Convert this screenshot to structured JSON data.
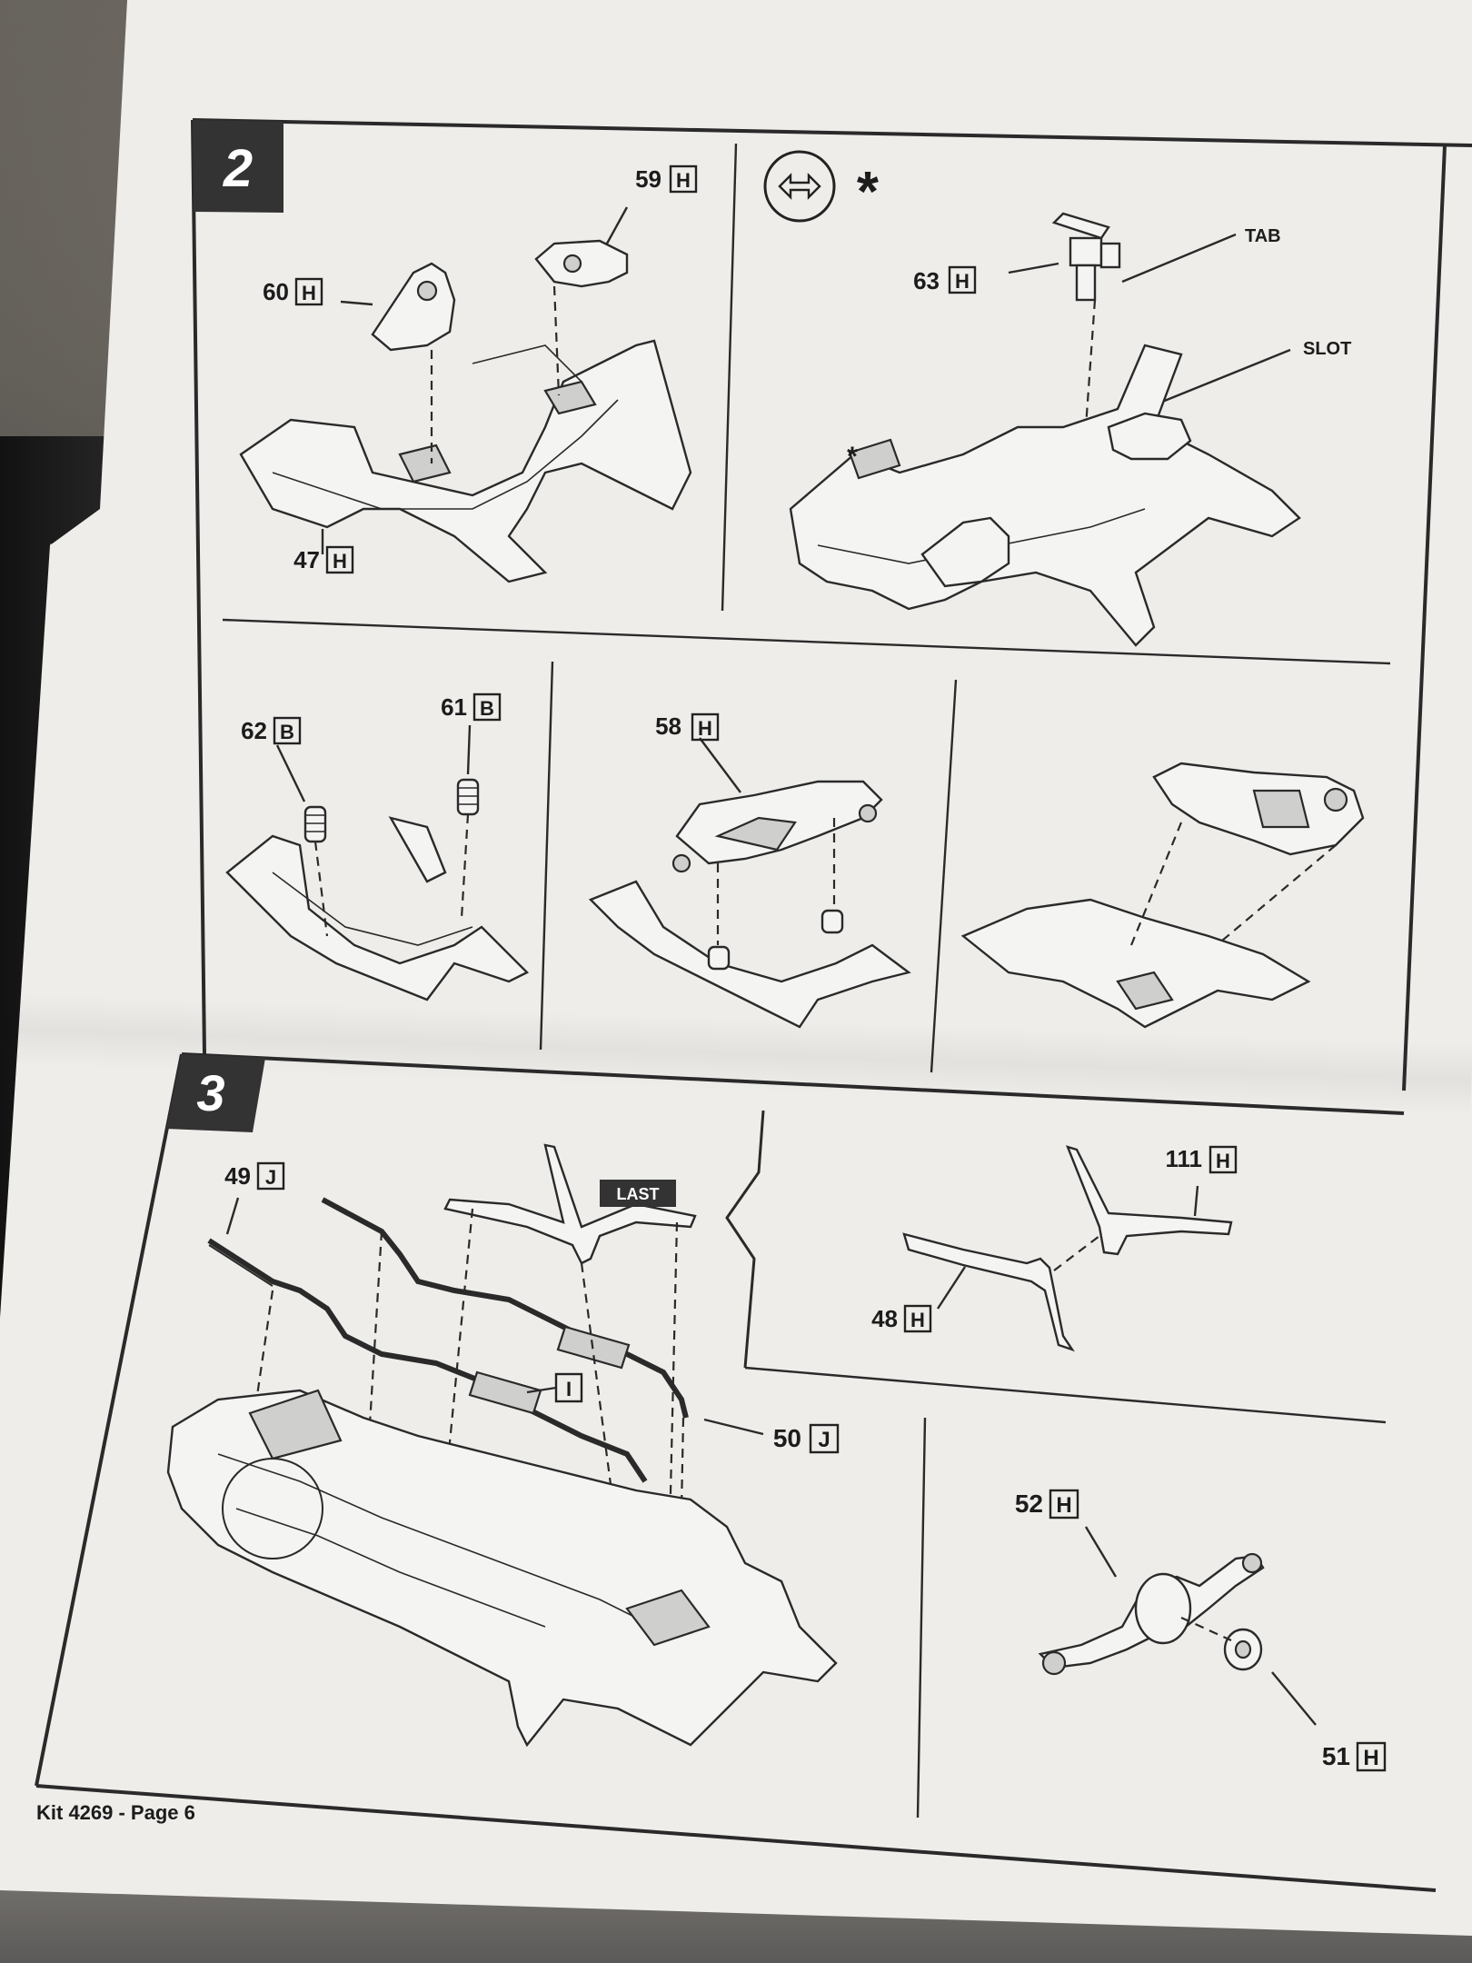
{
  "steps": [
    {
      "number": "2"
    },
    {
      "number": "3"
    }
  ],
  "labels": {
    "p59": {
      "num": "59",
      "box": "H"
    },
    "p60": {
      "num": "60",
      "box": "H"
    },
    "p47": {
      "num": "47",
      "box": "H"
    },
    "p63": {
      "num": "63",
      "box": "H"
    },
    "tab": "TAB",
    "slot": "SLOT",
    "asterisk": "*",
    "p62": {
      "num": "62",
      "box": "B"
    },
    "p61": {
      "num": "61",
      "box": "B"
    },
    "p58": {
      "num": "58",
      "box": "H"
    },
    "p49": {
      "num": "49",
      "box": "J"
    },
    "last": "LAST",
    "pI": {
      "box": "I"
    },
    "p50": {
      "num": "50",
      "box": "J"
    },
    "p111": {
      "num": "111",
      "box": "H"
    },
    "p48": {
      "num": "48",
      "box": "H"
    },
    "p52": {
      "num": "52",
      "box": "H"
    },
    "p51": {
      "num": "51",
      "box": "H"
    }
  },
  "footer": "Kit 4269 - Page 6"
}
